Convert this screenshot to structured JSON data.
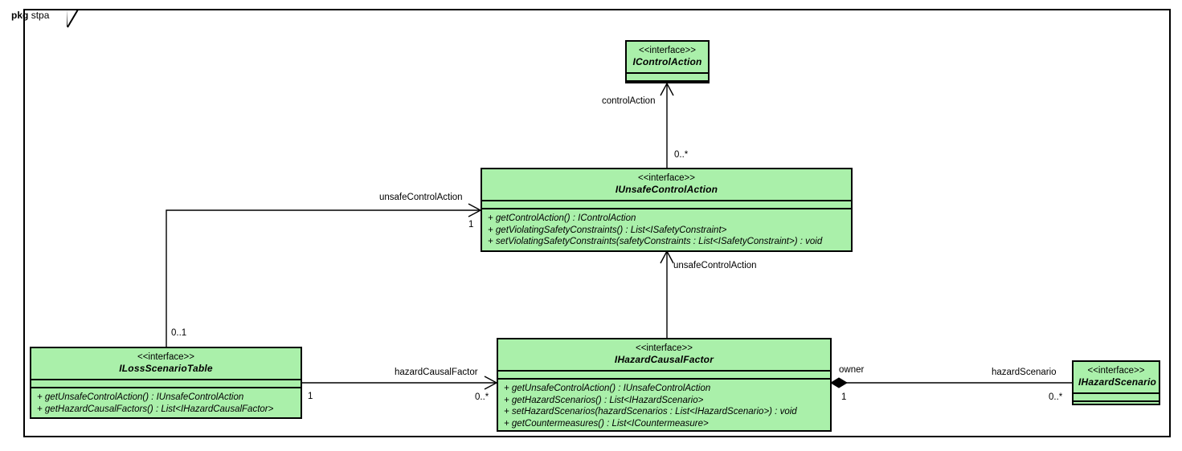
{
  "diagram": {
    "type": "uml-class-diagram",
    "package": {
      "keyword": "pkg",
      "name": "stpa"
    },
    "classes": [
      {
        "id": "IControlAction",
        "stereotype": "<<interface>>",
        "name": "IControlAction",
        "attributes": [],
        "operations": []
      },
      {
        "id": "IUnsafeControlAction",
        "stereotype": "<<interface>>",
        "name": "IUnsafeControlAction",
        "attributes": [],
        "operations": [
          "+ getControlAction() : IControlAction",
          "+ getViolatingSafetyConstraints() : List<ISafetyConstraint>",
          "+ setViolatingSafetyConstraints(safetyConstraints : List<ISafetyConstraint>) : void"
        ]
      },
      {
        "id": "ILossScenarioTable",
        "stereotype": "<<interface>>",
        "name": "ILossScenarioTable",
        "attributes": [],
        "operations": [
          "+ getUnsafeControlAction() : IUnsafeControlAction",
          "+ getHazardCausalFactors() : List<IHazardCausalFactor>"
        ]
      },
      {
        "id": "IHazardCausalFactor",
        "stereotype": "<<interface>>",
        "name": "IHazardCausalFactor",
        "attributes": [],
        "operations": [
          "+ getUnsafeControlAction() : IUnsafeControlAction",
          "+ getHazardScenarios() : List<IHazardScenario>",
          "+ setHazardScenarios(hazardScenarios : List<IHazardScenario>) : void",
          "+ getCountermeasures() : List<ICountermeasure>"
        ]
      },
      {
        "id": "IHazardScenario",
        "stereotype": "<<interface>>",
        "name": "IHazardScenario",
        "attributes": [],
        "operations": []
      }
    ],
    "associations": [
      {
        "id": "assoc-controlAction",
        "source": "IUnsafeControlAction",
        "target": "IControlAction",
        "role": "controlAction",
        "source_multiplicity": "0..*",
        "target_multiplicity": "",
        "kind": "directed-association"
      },
      {
        "id": "assoc-unsafeControlAction-hcf",
        "source": "IHazardCausalFactor",
        "target": "IUnsafeControlAction",
        "role": "unsafeControlAction",
        "source_multiplicity": "",
        "target_multiplicity": "",
        "kind": "directed-association"
      },
      {
        "id": "assoc-unsafeControlAction-lst",
        "source": "ILossScenarioTable",
        "target": "IUnsafeControlAction",
        "role": "unsafeControlAction",
        "source_multiplicity": "0..1",
        "target_multiplicity": "1",
        "kind": "directed-association"
      },
      {
        "id": "assoc-hazardCausalFactor",
        "source": "ILossScenarioTable",
        "target": "IHazardCausalFactor",
        "role": "hazardCausalFactor",
        "source_multiplicity": "1",
        "target_multiplicity": "0..*",
        "kind": "directed-association"
      },
      {
        "id": "assoc-hazardScenario",
        "source": "IHazardCausalFactor",
        "target": "IHazardScenario",
        "role": "hazardScenario",
        "source_role": "owner",
        "source_multiplicity": "1",
        "target_multiplicity": "0..*",
        "kind": "composition"
      }
    ],
    "colors": {
      "class_fill": "#aaf0aa",
      "line": "#000000",
      "background": "#ffffff"
    }
  }
}
